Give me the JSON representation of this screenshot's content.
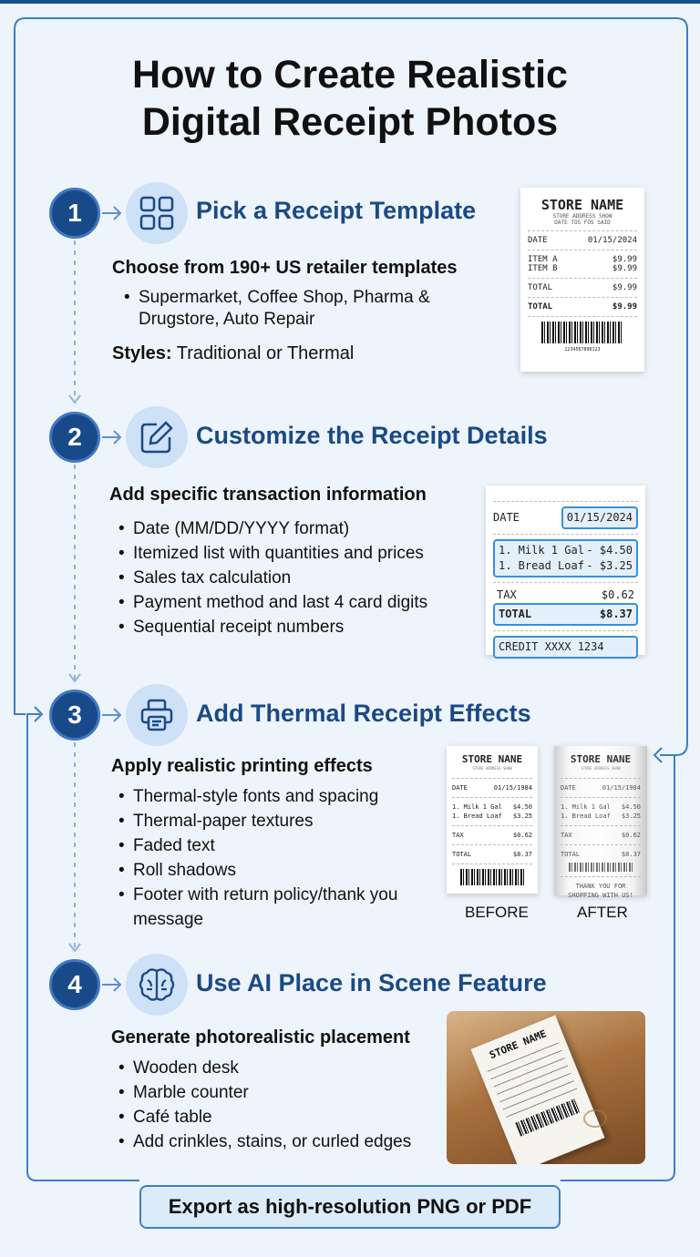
{
  "title_line1": "How to Create Realistic",
  "title_line2": "Digital Receipt Photos",
  "colors": {
    "primary": "#184a8a",
    "accent": "#3f78c0",
    "background": "#eef4fb"
  },
  "steps": [
    {
      "number": "1",
      "icon": "grid-template-icon",
      "title": "Pick a Receipt Template",
      "subtitle": "Choose from 190+ US retailer templates",
      "bullets": [
        "Supermarket, Coffee Shop, Pharma & Drugstore, Auto Repair"
      ],
      "styles_label": "Styles:",
      "styles_value": " Traditional or Thermal"
    },
    {
      "number": "2",
      "icon": "edit-icon",
      "title": "Customize the Receipt Details",
      "subtitle": "Add specific transaction information",
      "bullets": [
        "Date (MM/DD/YYYY format)",
        "Itemized list with quantities and prices",
        "Sales tax calculation",
        "Payment method and last 4 card digits",
        "Sequential receipt numbers"
      ]
    },
    {
      "number": "3",
      "icon": "printer-icon",
      "title": "Add Thermal Receipt Effects",
      "subtitle": "Apply realistic printing effects",
      "bullets": [
        "Thermal-style fonts and spacing",
        "Thermal-paper textures",
        "Faded text",
        "Roll shadows",
        "Footer with return policy/thank you message"
      ]
    },
    {
      "number": "4",
      "icon": "brain-icon",
      "title": "Use AI Place in Scene Feature",
      "subtitle": "Generate photorealistic placement",
      "bullets": [
        "Wooden desk",
        "Marble counter",
        "Café table",
        "Add crinkles, stains, or curled edges"
      ]
    }
  ],
  "receipt1": {
    "store": "STORE NAME",
    "addr1": "STORE ADDRESS SHOW",
    "addr2": "DATE TOS FOS SAID",
    "date_label": "DATE",
    "date": "01/15/2024",
    "items": [
      [
        "ITEM A",
        "$9.99"
      ],
      [
        "ITEM B",
        "$9.99"
      ]
    ],
    "total1": [
      "TOTAL",
      "$9.99"
    ],
    "total2": [
      "TOTAL",
      "$9.99"
    ],
    "code": "1234567890123"
  },
  "receipt2": {
    "date_label": "DATE",
    "date": "01/15/2024",
    "items": [
      [
        "1. Milk 1 Gal",
        "- $4.50"
      ],
      [
        "1. Bread Loaf",
        "- $3.25"
      ]
    ],
    "tax": [
      "TAX",
      "$0.62"
    ],
    "total": [
      "TOTAL",
      "$8.37"
    ],
    "payment": "CREDIT XXXX 1234"
  },
  "receipt3": {
    "store": "STORE NANE",
    "addr": "STORE ADDRESS SHOW",
    "date_label": "DATE",
    "date": "01/15/1984",
    "items": [
      [
        "1. Milk 1 Gal",
        "$4.50"
      ],
      [
        "1. Bread Loaf",
        "$3.25"
      ]
    ],
    "tax": [
      "TAX",
      "$0.62"
    ],
    "total": [
      "TOTAL",
      "$8.37"
    ],
    "footer1": "THANK YOU FOR",
    "footer2": "SHOPPING WITH US!",
    "before_label": "BEFORE",
    "after_label": "AFTER"
  },
  "scene_receipt": {
    "store": "STORE NAME"
  },
  "export_label": "Export as high-resolution PNG or PDF"
}
